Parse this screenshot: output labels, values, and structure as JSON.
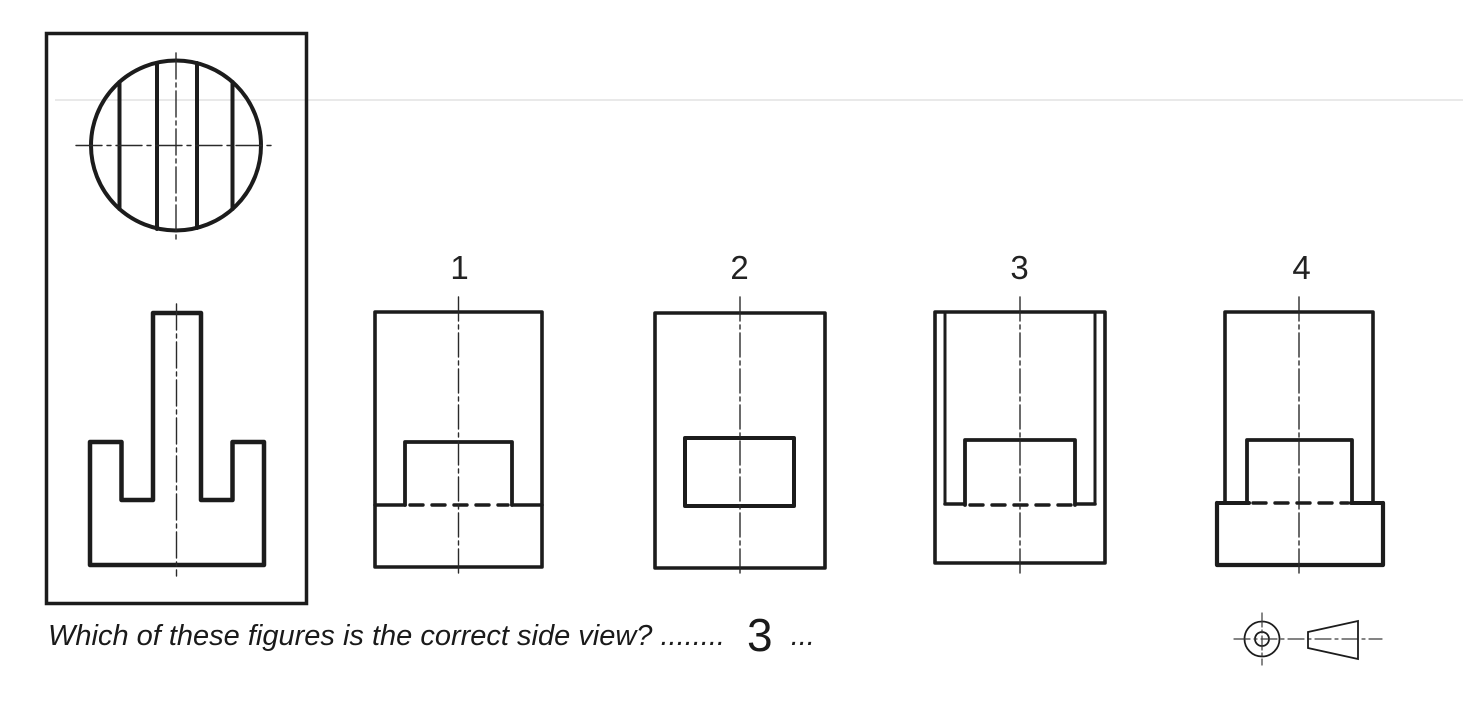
{
  "ink": "#1c1c1c",
  "question": {
    "prompt": "Which of these figures is the correct side view?",
    "dots_before": "........",
    "answer": "3",
    "dots_after": "..."
  },
  "options": [
    {
      "label": "1"
    },
    {
      "label": "2"
    },
    {
      "label": "3"
    },
    {
      "label": "4"
    }
  ],
  "icons": {
    "projection": "first-angle-projection-symbol"
  }
}
